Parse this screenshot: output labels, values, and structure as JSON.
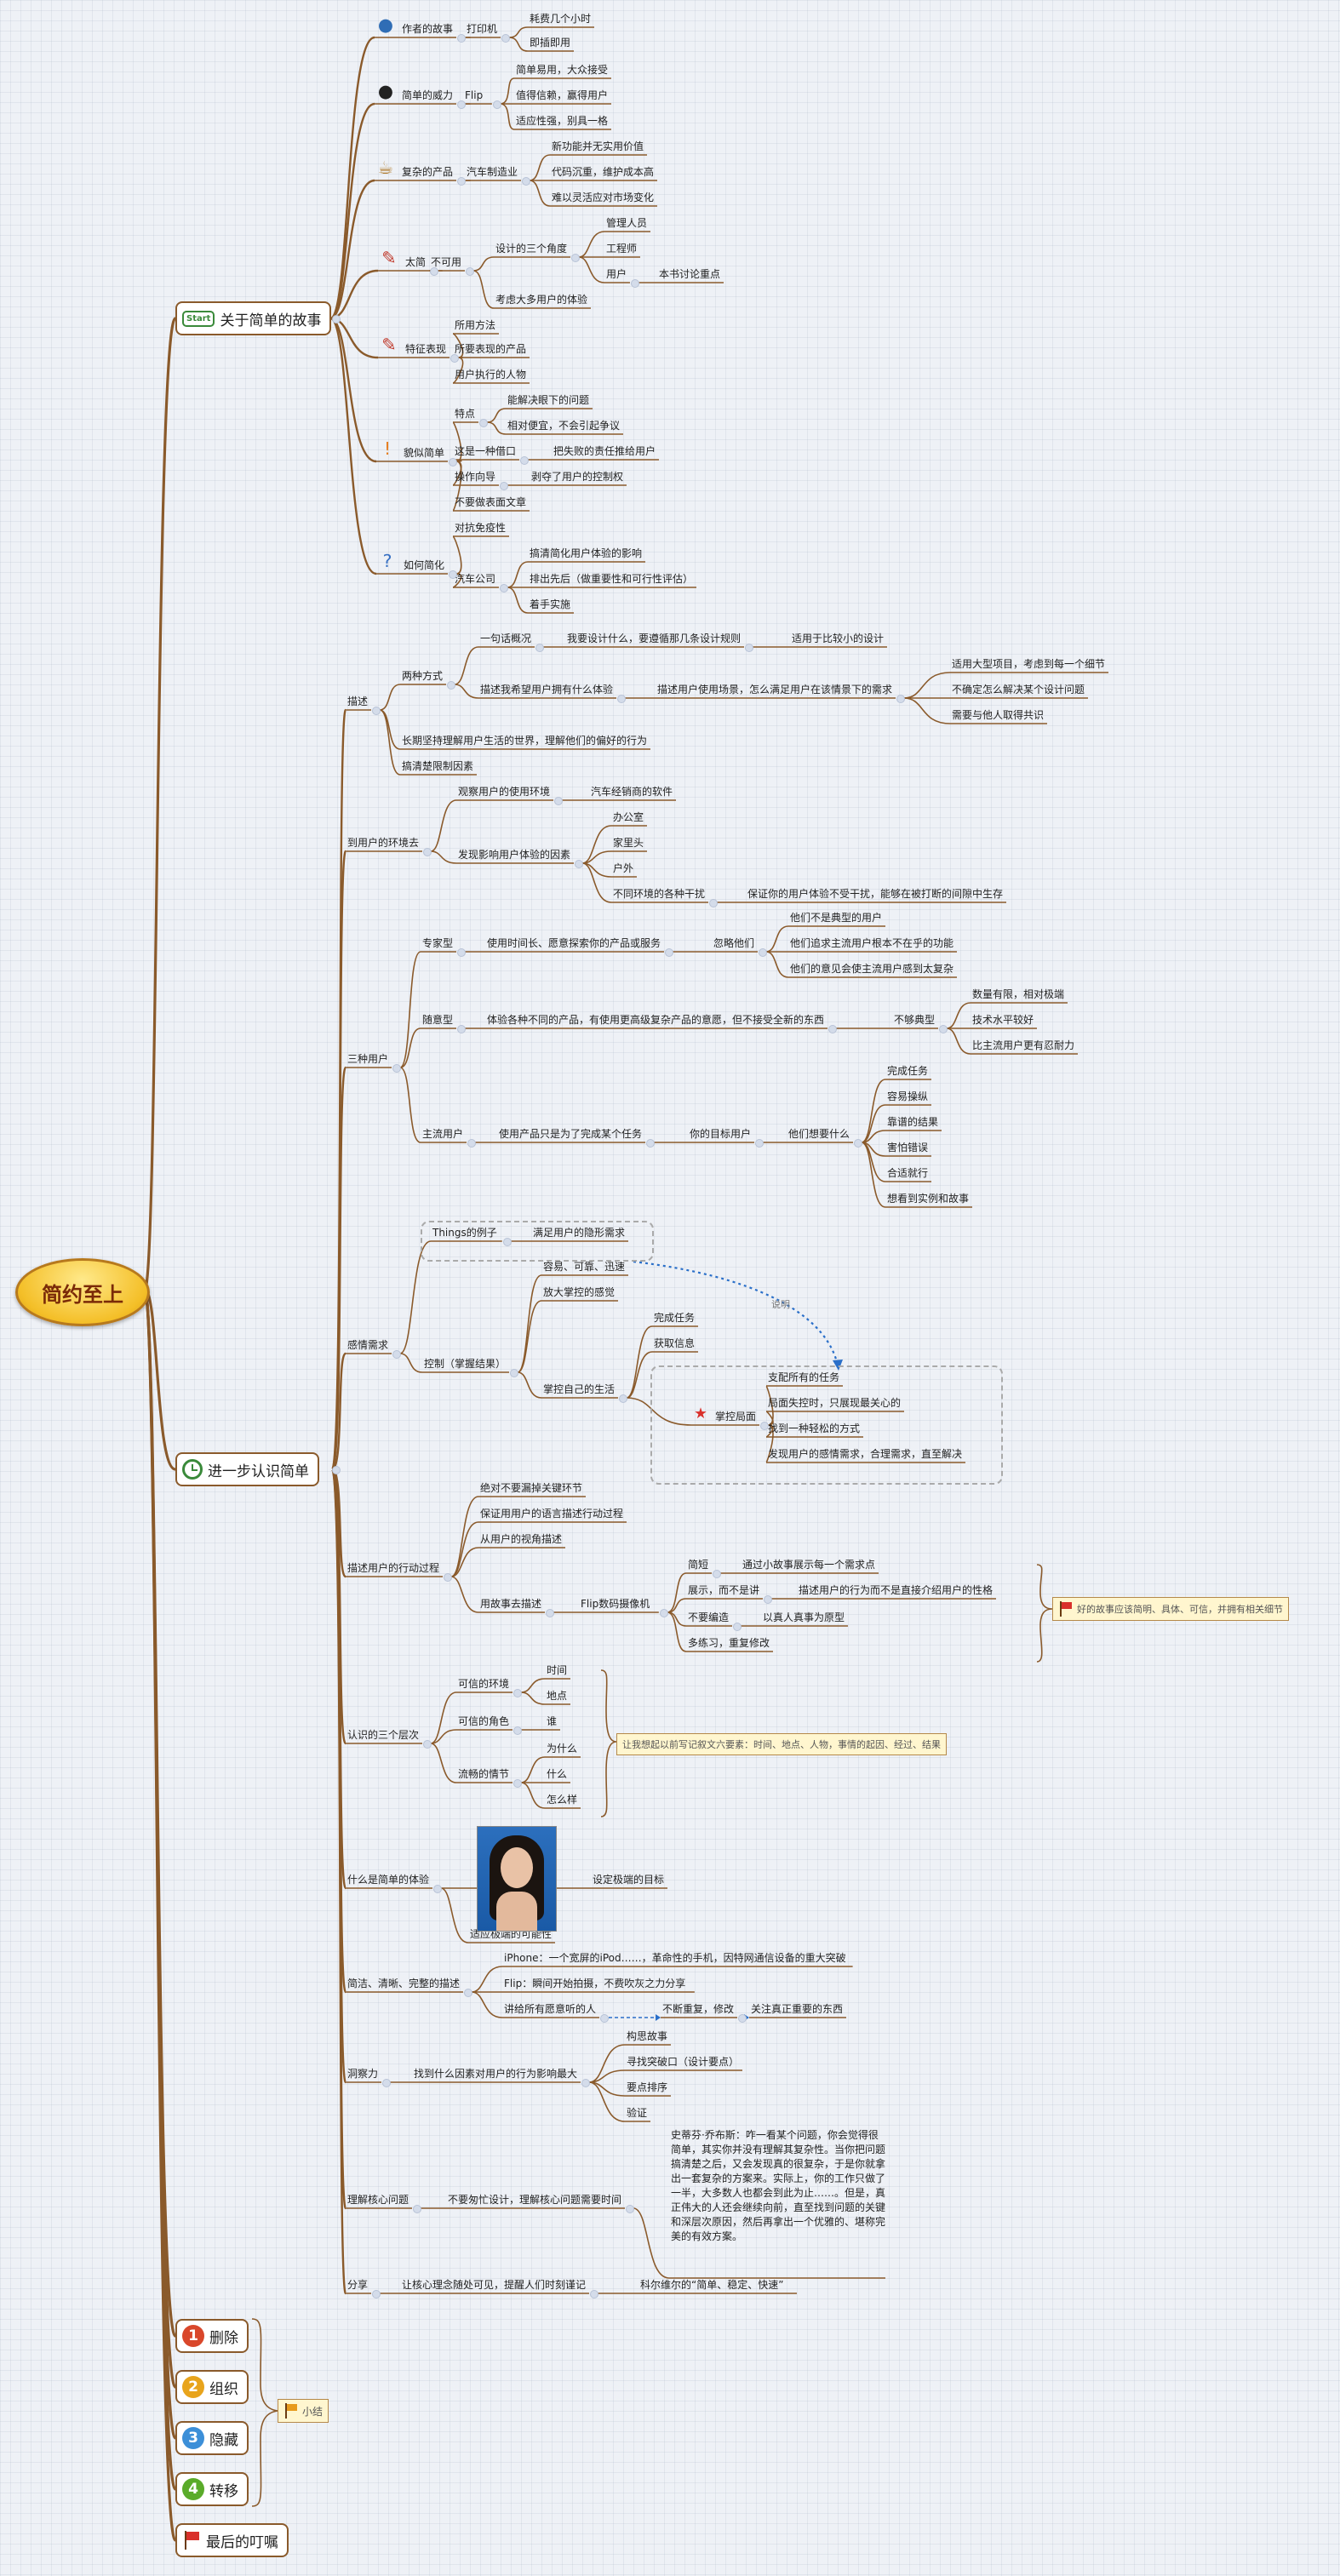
{
  "root": "简约至上",
  "b1": {
    "label": "关于简单的故事",
    "icon": "start-icon",
    "icon_text": "Start",
    "story": {
      "label": "作者的故事",
      "l2": "打印机",
      "l3a": "耗费几个小时",
      "l3b": "即插即用"
    },
    "power": {
      "label": "简单的威力",
      "l2": "Flip",
      "l3a": "简单易用，大众接受",
      "l3b": "值得信赖，赢得用户",
      "l3c": "适应性强，别具一格"
    },
    "complex": {
      "label": "复杂的产品",
      "l2": "汽车制造业",
      "l3a": "新功能并无实用价值",
      "l3b": "代码沉重，维护成本高",
      "l3c": "难以灵活应对市场变化"
    },
    "toosimple": {
      "label": "太简",
      "l2": "不可用",
      "l3a": "设计的三个角度",
      "l4a": "管理人员",
      "l4b": "工程师",
      "l4c": "用户",
      "l5": "本书讨论重点",
      "l3b": "考虑大多用户的体验"
    },
    "features": {
      "label": "特征表现",
      "l2a": "所用方法",
      "l2b": "所要表现的产品",
      "l2c": "用户执行的人物"
    },
    "seemingly": {
      "label": "貌似简单",
      "t1": "特点",
      "t1a": "能解决眼下的问题",
      "t1b": "相对便宜，不会引起争议",
      "t2": "这是一种借口",
      "t2a": "把失败的责任推给用户",
      "t3": "操作向导",
      "t3a": "剥夺了用户的控制权",
      "t4": "不要做表面文章"
    },
    "how": {
      "label": "如何简化",
      "h1": "对抗免疫性",
      "h2": "汽车公司",
      "h2a": "搞清简化用户体验的影响",
      "h2b": "排出先后（做重要性和可行性评估）",
      "h2c": "着手实施"
    }
  },
  "b2": {
    "label": "进一步认识简单",
    "icon": "alarm-clock-icon",
    "describe": {
      "label": "描述",
      "two": "两种方式",
      "one_line": "一句话概况",
      "one_line_a": "我要设计什么，要遵循那几条设计规则",
      "one_line_b": "适用于比较小的设计",
      "story_desc": "描述我希望用户拥有什么体验",
      "story_desc_a": "描述用户使用场景，怎么满足用户在该情景下的需求",
      "story_desc_b1": "适用大型项目，考虑到每一个细节",
      "story_desc_b2": "不确定怎么解决某个设计问题",
      "story_desc_b3": "需要与他人取得共识",
      "long": "长期坚持理解用户生活的世界，理解他们的偏好的行为",
      "limit": "搞清楚限制因素"
    },
    "env": {
      "label": "到用户的环境去",
      "obs": "观察用户的使用环境",
      "obs_a": "汽车经销商的软件",
      "find": "发现影响用户体验的因素",
      "f1": "办公室",
      "f2": "家里头",
      "f3": "户外",
      "f4": "不同环境的各种干扰",
      "f4a": "保证你的用户体验不受干扰，能够在被打断的间隙中生存"
    },
    "users": {
      "label": "三种用户",
      "expert": "专家型",
      "expert_a": "使用时间长、愿意探索你的产品或服务",
      "expert_b": "忽略他们",
      "expert_c1": "他们不是典型的用户",
      "expert_c2": "他们追求主流用户根本不在乎的功能",
      "expert_c3": "他们的意见会使主流用户感到太复杂",
      "casual": "随意型",
      "casual_a": "体验各种不同的产品，有使用更高级复杂产品的意愿，但不接受全新的东西",
      "casual_b": "不够典型",
      "casual_c1": "数量有限，相对极端",
      "casual_c2": "技术水平较好",
      "casual_c3": "比主流用户更有忍耐力",
      "main": "主流用户",
      "main_a": "使用产品只是为了完成某个任务",
      "main_b": "你的目标用户",
      "main_c": "他们想要什么",
      "main_d1": "完成任务",
      "main_d2": "容易操纵",
      "main_d3": "靠谱的结果",
      "main_d4": "害怕错误",
      "main_d5": "合适就行",
      "main_d6": "想看到实例和故事"
    },
    "emotion": {
      "label": "感情需求",
      "things": "Things的例子",
      "things_a": "满足用户的隐形需求",
      "explain": "说明",
      "control": "控制（掌握结果）",
      "c1": "容易、可靠、迅速",
      "c2": "放大掌控的感觉",
      "c3": "掌控自己的生活",
      "c3a": "完成任务",
      "c3b": "获取信息",
      "c3c": "掌控局面",
      "c3c1": "支配所有的任务",
      "c3c2": "局面失控时，只展现最关心的",
      "c3c3": "找到一种轻松的方式",
      "c3c4": "发现用户的感情需求，合理需求，直至解决"
    },
    "flow": {
      "label": "描述用户的行动过程",
      "a1": "绝对不要漏掉关键环节",
      "a2": "保证用用户的语言描述行动过程",
      "a3": "从用户的视角描述",
      "a4": "用故事去描述",
      "a4a": "Flip数码摄像机",
      "b1": "简短",
      "b1a": "通过小故事展示每一个需求点",
      "b2": "展示，而不是讲",
      "b2a": "描述用户的行为而不是直接介绍用户的性格",
      "b3": "不要编造",
      "b3a": "以真人真事为原型",
      "b4": "多练习，重复修改",
      "note": "好的故事应该简明、具体、可信，并拥有相关细节"
    },
    "three": {
      "label": "认识的三个层次",
      "env": "可信的环境",
      "env_a": "时间",
      "env_b": "地点",
      "role": "可信的角色",
      "role_a": "谁",
      "plot": "流畅的情节",
      "plot_a": "为什么",
      "plot_b": "什么",
      "plot_c": "怎么样",
      "note": "让我想起以前写记叙文六要素：时间、地点、人物，事情的起因、经过、结果"
    },
    "what": {
      "label": "什么是简单的体验",
      "a": "设定极端的目标",
      "b": "适应极端的可能性"
    },
    "clear": {
      "label": "简洁、清晰、完整的描述",
      "a": "iPhone：一个宽屏的iPod……，革命性的手机，因特网通信设备的重大突破",
      "b": "Flip：瞬间开始拍摄，不费吹灰之力分享",
      "c": "讲给所有愿意听的人",
      "c1": "不断重复，修改",
      "c2": "关注真正重要的东西"
    },
    "insight": {
      "label": "洞察力",
      "a": "找到什么因素对用户的行为影响最大",
      "a1": "构思故事",
      "a2": "寻找突破口（设计要点）",
      "a3": "要点排序",
      "a4": "验证"
    },
    "core": {
      "label": "理解核心问题",
      "a": "不要匆忙设计，理解核心问题需要时间",
      "quote": "史蒂芬·乔布斯：咋一看某个问题，你会觉得很简单，其实你并没有理解其复杂性。当你把问题搞清楚之后，又会发现真的很复杂，于是你就拿出一套复杂的方案来。实际上，你的工作只做了一半，大多数人也都会到此为止……。但是，真正伟大的人还会继续向前，直至找到问题的关键和深层次原因，然后再拿出一个优雅的、堪称完美的有效方案。"
    },
    "share": {
      "label": "分享",
      "a": "让核心理念随处可见，提醒人们时刻谨记",
      "b": "科尔维尔的“简单、稳定、快速”"
    }
  },
  "tail": {
    "items": [
      {
        "label": "删除",
        "icon": "number-1-icon",
        "glyph": "1",
        "color": "#d9472b"
      },
      {
        "label": "组织",
        "icon": "number-2-icon",
        "glyph": "2",
        "color": "#e8a41c"
      },
      {
        "label": "隐藏",
        "icon": "number-3-icon",
        "glyph": "3",
        "color": "#3c8fd8"
      },
      {
        "label": "转移",
        "icon": "number-4-icon",
        "glyph": "4",
        "color": "#5aab2a"
      }
    ],
    "summary": "小结",
    "last": "最后的叮嘱"
  },
  "colors": {
    "branch": "#8a5a2b",
    "root_fill": "#f4bf28",
    "dotted_arrow": "#2a6fc9"
  }
}
